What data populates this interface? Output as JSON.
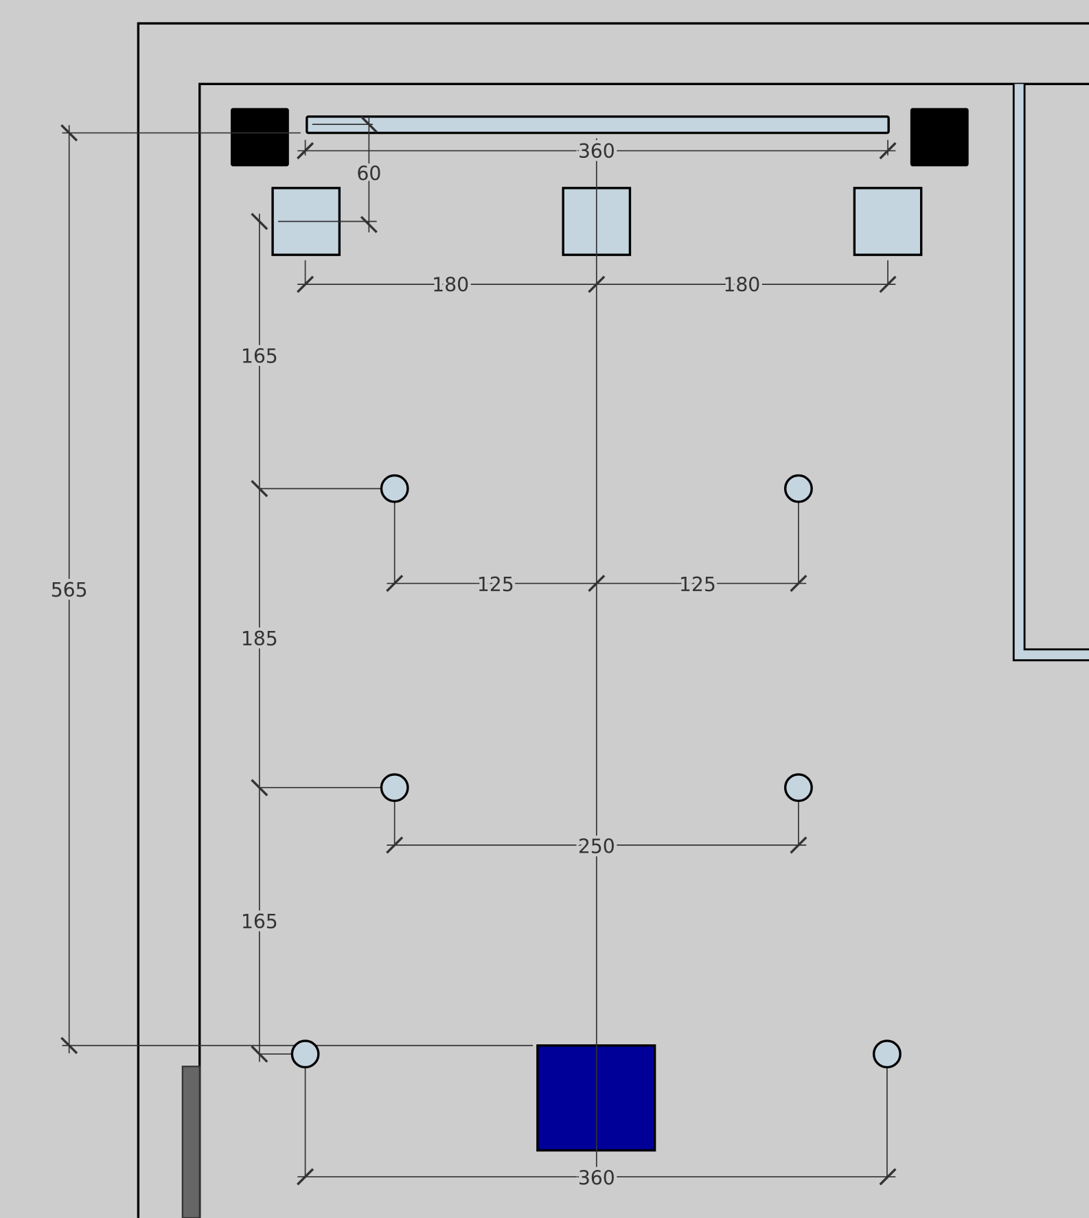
{
  "colors": {
    "background": "#cdcdcd",
    "fixture": "#c5d5e0",
    "black_block": "#000000",
    "blue_block": "#000099",
    "wall": "#000000",
    "dimension": "#333333"
  },
  "dimensions": {
    "top_width": "360",
    "offset_60": "60",
    "total_height": "565",
    "left_spacing": "180",
    "right_spacing": "180",
    "vert_1": "165",
    "vert_2": "185",
    "vert_3": "165",
    "mid_left": "125",
    "mid_right": "125",
    "lower_width": "250",
    "bottom_width": "360"
  }
}
